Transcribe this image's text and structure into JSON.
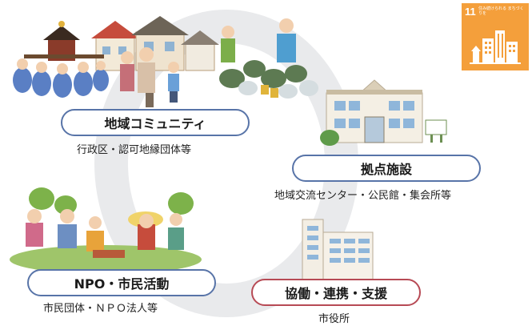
{
  "nodes": {
    "community": {
      "label": "地域コミュニティ",
      "caption": "行政区・認可地縁団体等"
    },
    "facility": {
      "label": "拠点施設",
      "caption": "地域交流センター・公民館・集会所等"
    },
    "npo": {
      "label": "NPO・市民活動",
      "caption": "市民団体・ＮＰＯ法人等"
    },
    "city": {
      "label": "協働・連携・支援",
      "caption": "市役所"
    }
  },
  "sdg_badge": {
    "number": "11",
    "text": "住み続けられる まちづくりを",
    "color": "#f49f3b"
  },
  "colors": {
    "ring": "#e9eaec",
    "pill_blue": "#5874a8",
    "pill_red": "#b74a55"
  }
}
